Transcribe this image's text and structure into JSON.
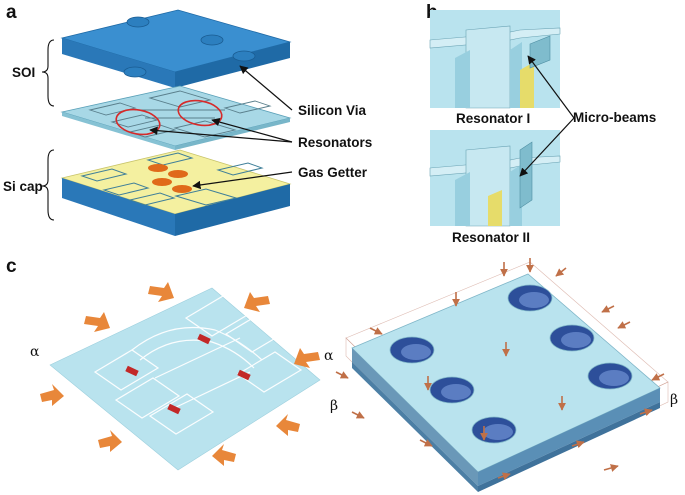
{
  "panels": {
    "a": {
      "letter": "a",
      "layer_labels": {
        "soi": "SOI",
        "si_cap": "Si cap"
      },
      "callouts": {
        "silicon_via": "Silicon Via",
        "resonators": "Resonators",
        "gas_getter": "Gas Getter"
      }
    },
    "b": {
      "letter": "b",
      "resonator_1": "Resonator I",
      "resonator_2": "Resonator II",
      "micro_beams": "Micro-beams"
    },
    "c": {
      "letter": "c",
      "left_alpha": "α",
      "left_alpha_right": "α",
      "left_beta": "β",
      "right_beta": "β"
    }
  },
  "colors": {
    "soi_blue": "#3a8fd0",
    "soi_blue_dark": "#1f6aa6",
    "resonator_layer": "#a8d8e6",
    "si_cap_yellow": "#f4f0a0",
    "getter_orange": "#e06a1a",
    "highlight_red": "#d62a2a",
    "arrow_orange": "#e8873a",
    "model_cyan": "#b9e3ee",
    "beam_yellow": "#e6dc6a"
  }
}
